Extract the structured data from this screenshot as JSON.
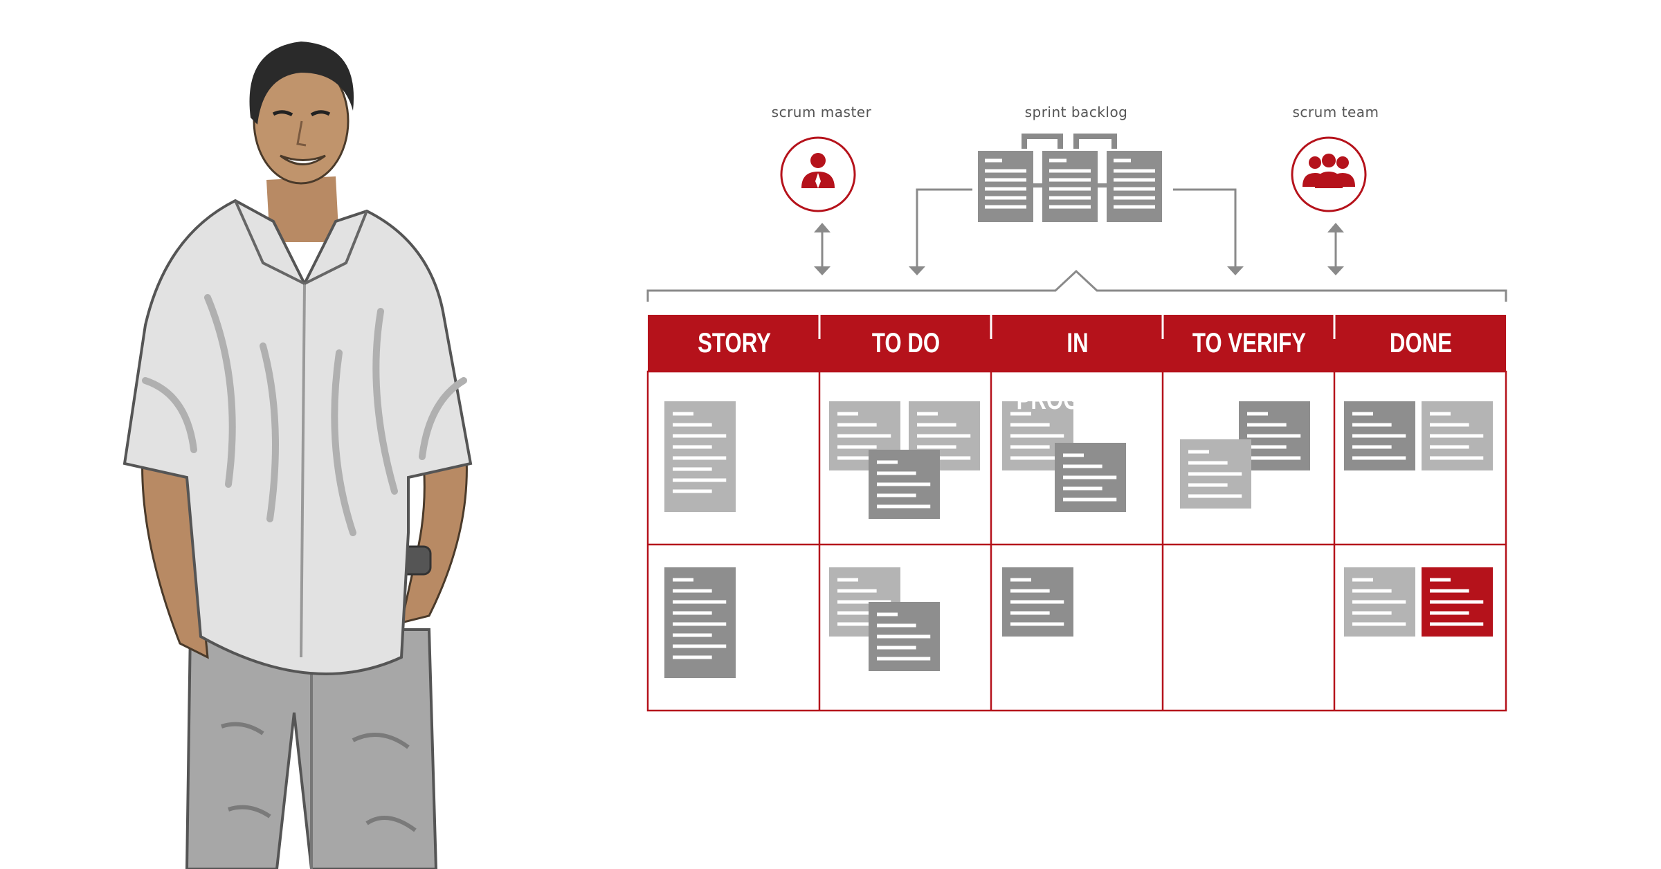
{
  "roles": {
    "scrum_master": "scrum master",
    "sprint_backlog": "sprint backlog",
    "scrum_team": "scrum team"
  },
  "columns": [
    "STORY",
    "TO DO",
    "IN PROGRESS",
    "TO VERIFY",
    "DONE"
  ],
  "icons": {
    "scrum_master": "person-icon",
    "sprint_backlog": "documents-icon",
    "scrum_team": "team-icon"
  },
  "colors": {
    "accent": "#b5121b",
    "card_dark": "#8e8e8e",
    "card_light": "#b4b4b4",
    "line": "#8a8a8a"
  }
}
